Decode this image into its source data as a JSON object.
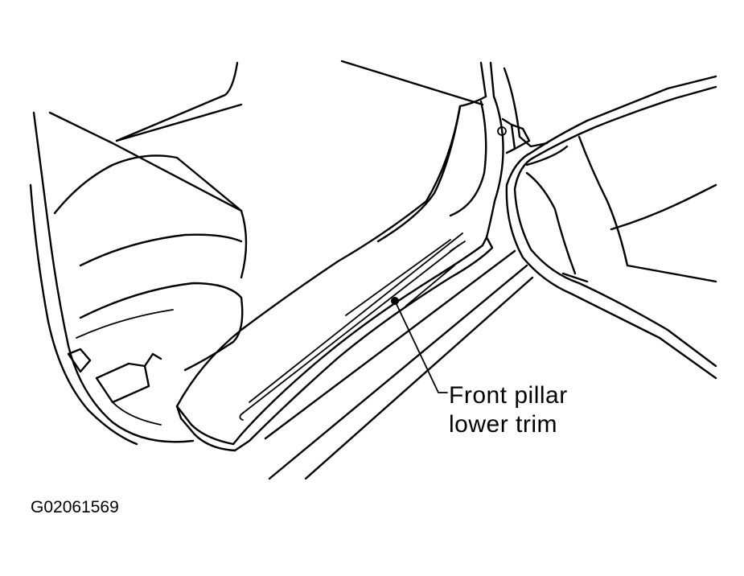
{
  "diagram": {
    "callout": {
      "line1": "Front pillar",
      "line2": "lower trim"
    },
    "figure_id": "G02061569",
    "colors": {
      "line": "#000000",
      "background": "#ffffff"
    }
  }
}
